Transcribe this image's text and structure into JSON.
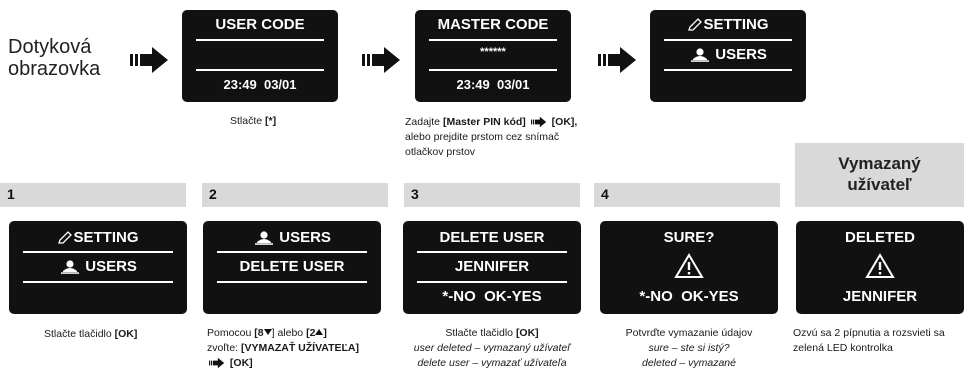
{
  "intro": {
    "label_line1": "Dotyková",
    "label_line2": "obrazovka"
  },
  "top_screens": {
    "user_code": {
      "title": "USER CODE",
      "time": "23:49",
      "date": "03/01"
    },
    "master_code": {
      "title": "MASTER CODE",
      "pin": "******",
      "time": "23:49",
      "date": "03/01"
    },
    "setting": {
      "setting_label": "SETTING",
      "users_label": "USERS"
    }
  },
  "top_captions": {
    "press_star_prefix": "Stlačte ",
    "press_star_key": "[*]",
    "master_prefix": "Zadajte ",
    "master_key": "[Master PIN kód]",
    "master_ok": "[OK],",
    "master_line2": "alebo prejdite prstom cez snímač",
    "master_line3": "otlačkov prstov"
  },
  "result_box": {
    "line1": "Vymazaný",
    "line2": "užívateľ"
  },
  "steps": [
    {
      "number": "1"
    },
    {
      "number": "2"
    },
    {
      "number": "3"
    },
    {
      "number": "4"
    }
  ],
  "step_screens": {
    "s1": {
      "setting_label": "SETTING",
      "users_label": "USERS"
    },
    "s2": {
      "users_label": "USERS",
      "delete_label": "DELETE USER"
    },
    "s3": {
      "line1": "DELETE USER",
      "line2": "JENNIFER",
      "line3": "*-NO  OK-YES"
    },
    "s4": {
      "line1": "SURE?",
      "line2": "*-NO  OK-YES"
    },
    "s5": {
      "line1": "DELETED",
      "line2": "JENNIFER"
    }
  },
  "step_captions": {
    "c1_prefix": "Stlačte tlačidlo ",
    "c1_key": "[OK]",
    "c2_prefix": "Pomocou ",
    "c2_key8": "[8",
    "c2_mid": "] alebo ",
    "c2_key2": "[2",
    "c2_end": "]",
    "c2_line2_prefix": "zvoľte: ",
    "c2_line2_key": "[VYMAZAŤ UŽÍVATEĽA]",
    "c2_line3_key": "[OK]",
    "c3_prefix": "Stlačte tlačidlo ",
    "c3_key": "[OK]",
    "c3_line2": "user deleted – vymazaný užívateľ",
    "c3_line3": "delete user – vymazať užívateľa",
    "c4_line1": "Potvrďte vymazanie údajov",
    "c4_line2": "sure – ste si istý?",
    "c4_line3": "deleted – vymazané",
    "c5_line1": "Ozvú sa 2 pípnutia a rozsvieti sa",
    "c5_line2": "zelená LED kontrolka"
  },
  "colors": {
    "screen": "#111111",
    "step_bar": "#d9d9d9",
    "result_bar": "#d9d9d9"
  }
}
